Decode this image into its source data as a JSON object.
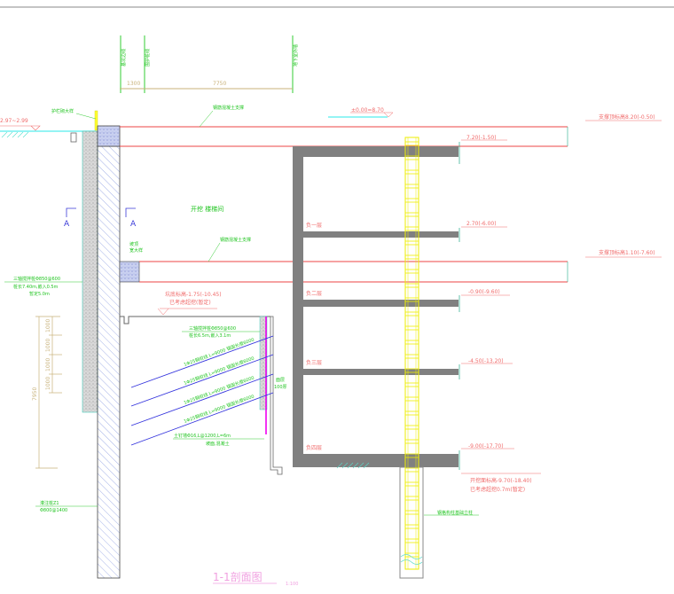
{
  "drawing": {
    "title": "1-1剖面图",
    "scale": "1:100",
    "top_dims": {
      "axis_labels": [
        "基坑边线",
        "围护桩线",
        "地下室外墙"
      ],
      "spans": [
        "1300",
        "7750"
      ]
    },
    "left_dims": {
      "segments": [
        "1000",
        "1000",
        "1000",
        "1000"
      ],
      "total": "7950"
    },
    "elevations": {
      "ground": "2.97~2.99",
      "zero": "±0.00=8.70",
      "strut1_top": "支撑顶标高8.20(-0.50)",
      "roof": "7.20(-1.50)",
      "b1": "2.70(-6.00)",
      "strut2_top": "支撑顶标高1.10(-7.60)",
      "b2": "-0.90(-9.60)",
      "b3": "-4.50(-13.20)",
      "b4": "-9.00(-17.70)",
      "pit_bottom": "开挖面标高-9.70(-18.40)",
      "pit_bottom_note": "已考虑超挖0.7m(暂定)",
      "stage_bottom": "坑底标高-1.75(-10.45)",
      "stage_bottom_note": "已考虑超挖(暂定)"
    },
    "floors": [
      "负一层",
      "负二层",
      "负三层",
      "负四层"
    ],
    "section_marker": "A",
    "labels": {
      "railing": "护栏砌大样",
      "strut1": "钢筋混凝土支撑",
      "strut2": "钢筋混凝土支撑",
      "stairwell": "开挖 楼梯间",
      "crown_beam": "坡顶",
      "crown_beam2": "宽大样",
      "mixing_pile_1": "三轴搅拌桩Φ850@600",
      "mixing_pile_2": "桩长7.40m,嵌入0.5m",
      "mixing_pile_3": "暂定5.0m",
      "inner_mixing_1": "三轴搅拌桩Φ850@600",
      "inner_mixing_2": "桩长6.5m,嵌入3.1m",
      "anchor": "1Φ25钢绞线 L=9000 锚固长度6000",
      "soil_nail_1": "土钉墙Φ16,L@1200,L=6m",
      "soil_nail_2": "坡面,混凝土",
      "facing_1": "面层",
      "facing_2": "100厚",
      "bored_pile_1": "灌注桩Z1",
      "bored_pile_2": "Φ800@1400",
      "column": "钢格构柱基础立柱"
    }
  }
}
